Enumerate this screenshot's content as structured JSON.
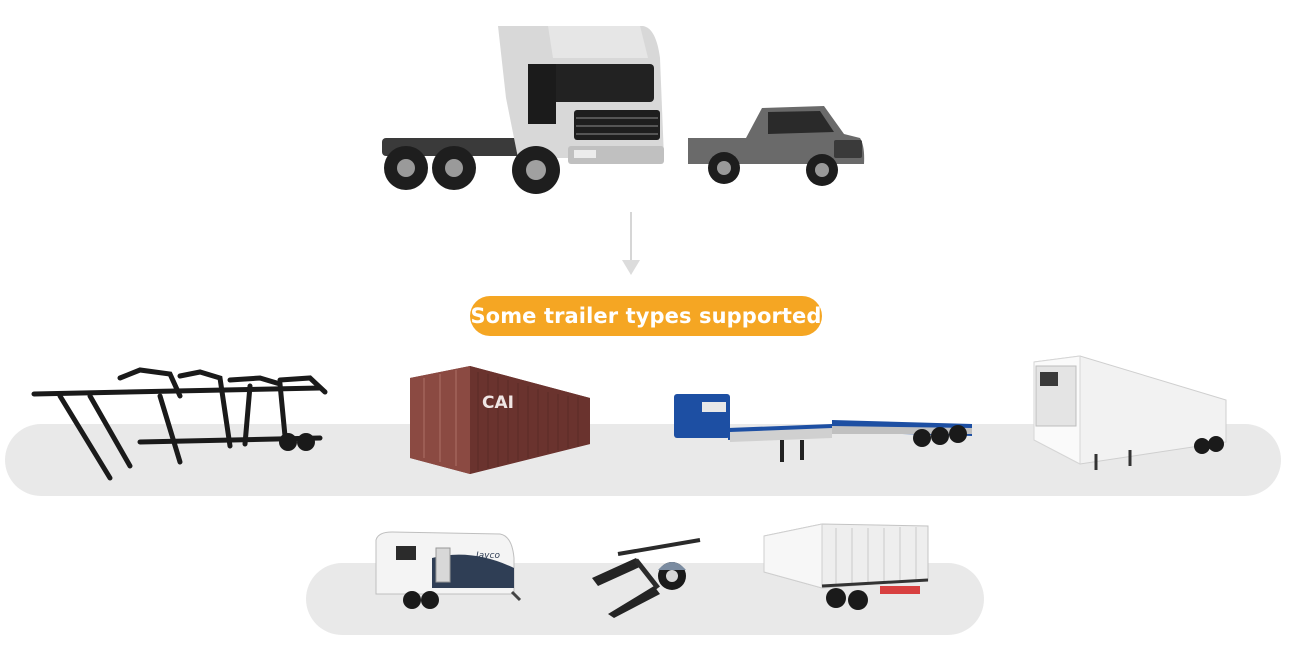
{
  "banner": {
    "label": "Some trailer types supported",
    "color": "#f5a623"
  },
  "vehicles": {
    "tractor": {
      "icon": "semi-tractor-icon"
    },
    "pickup": {
      "icon": "pickup-truck-icon"
    }
  },
  "arrow": {
    "icon": "arrow-down-icon"
  },
  "trailers_row1": [
    {
      "icon": "car-hauler-trailer-icon"
    },
    {
      "icon": "shipping-container-icon",
      "marking": "CAI"
    },
    {
      "icon": "lowboy-flatbed-trailer-icon"
    },
    {
      "icon": "refrigerated-trailer-icon"
    }
  ],
  "trailers_row2": [
    {
      "icon": "travel-trailer-icon",
      "marking": "Jayco"
    },
    {
      "icon": "tow-dolly-icon"
    },
    {
      "icon": "dump-trailer-icon"
    }
  ]
}
